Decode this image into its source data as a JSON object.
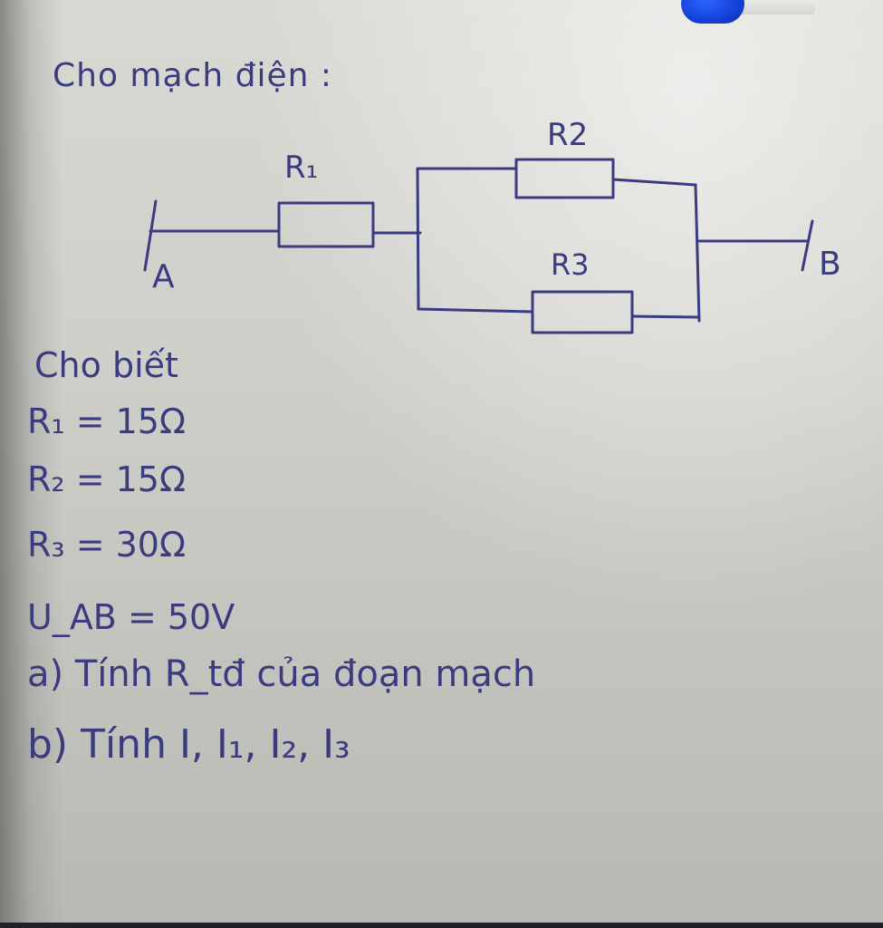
{
  "title": "Cho mạch điện :",
  "circuit": {
    "labels": {
      "r1": "R₁",
      "r2": "R2",
      "r3": "R3",
      "a": "A",
      "b": "B"
    }
  },
  "given": {
    "heading": "Cho biết",
    "lines": [
      "R₁ = 15Ω",
      "R₂ = 15Ω",
      "R₃ = 30Ω",
      "U_AB = 50V"
    ]
  },
  "questions": [
    "a) Tính R_tđ của đoạn mạch",
    "b) Tính I, I₁, I₂, I₃"
  ],
  "colors": {
    "ink": "#3b3b80",
    "paper": "#d4d4cf",
    "pen_cap": "#1f4ff0"
  }
}
